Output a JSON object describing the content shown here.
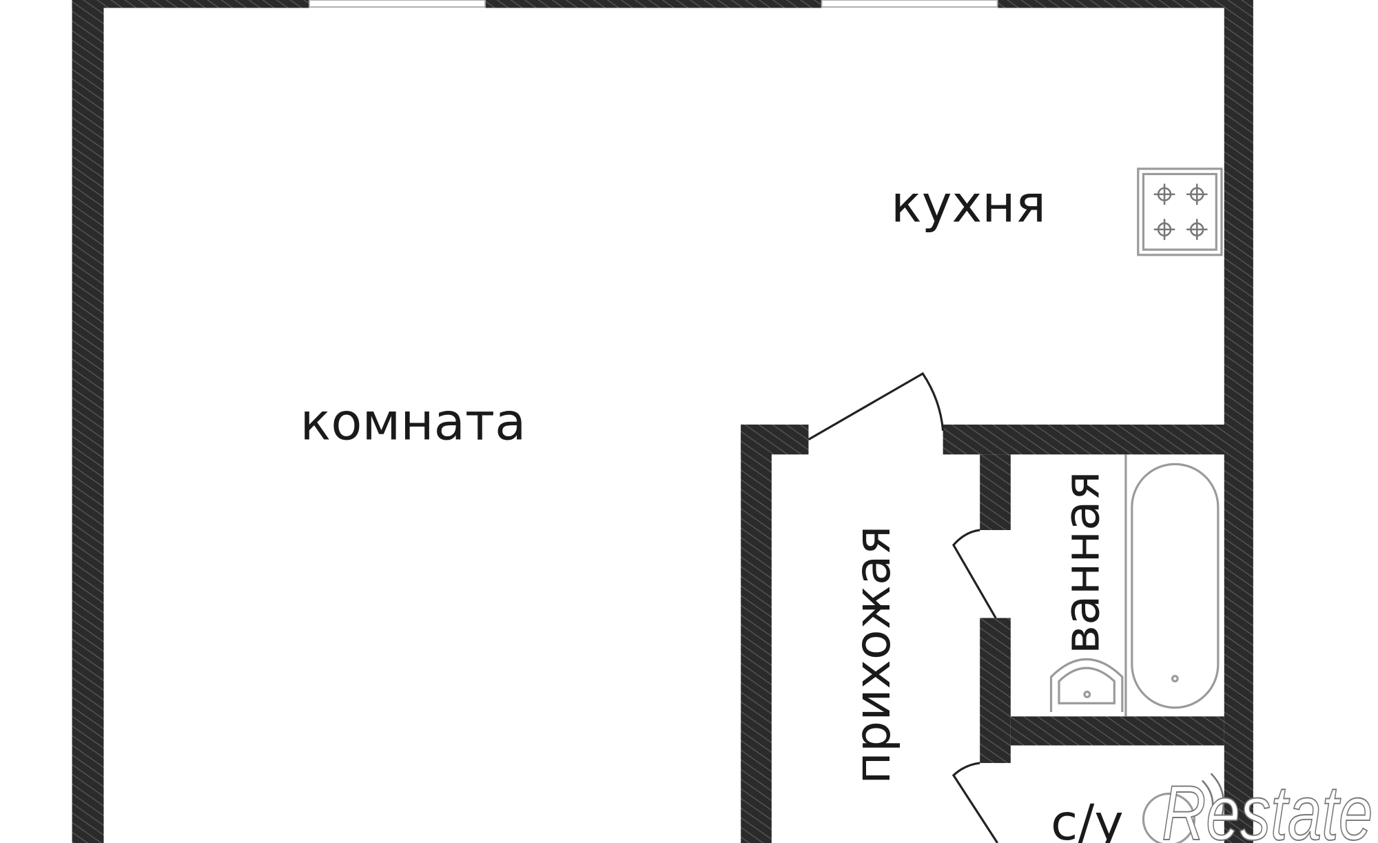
{
  "plan": {
    "rooms": {
      "room": "комната",
      "kitchen": "кухня",
      "hallway": "прихожая",
      "bathroom": "ванная",
      "toilet": "с/у"
    },
    "watermark": "Restate",
    "colors": {
      "wall": "#2b2b2b",
      "wall_hatch": "#5a5a5a",
      "background": "#ffffff",
      "fixture": "#9a9a9a"
    }
  }
}
